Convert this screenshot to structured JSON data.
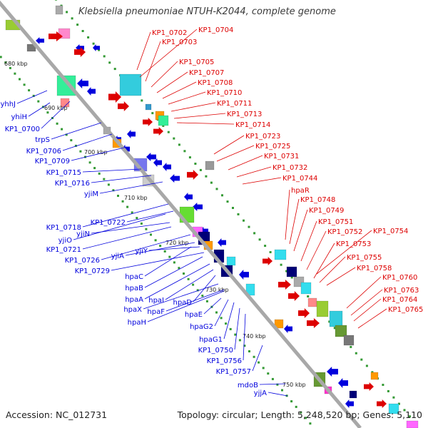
{
  "title": "Klebsiella pneumoniae NTUH-K2044, complete genome",
  "footer": {
    "accession": "Accession: NC_012731",
    "topology": "Topology: circular; Length: 5,248,520 bp; Genes: 5,110"
  },
  "colors": {
    "reverse_strand": "#0000dd",
    "forward_strand": "#dd0000",
    "backbone": "#999999",
    "tick_dots": "#339933"
  },
  "scale_ticks": [
    "680 kbp",
    "690 kbp",
    "700 kbp",
    "710 kbp",
    "720 kbp",
    "730 kbp",
    "740 kbp",
    "750 kbp"
  ],
  "left_labels": [
    "yhhJ",
    "yhiH",
    "KP1_0700",
    "trpS",
    "KP1_0706",
    "KP1_0709",
    "KP1_0715",
    "KP1_0716",
    "yjiM",
    "KP1_0718",
    "yjiO",
    "KP1_0722",
    "yjiN",
    "KP1_0721",
    "KP1_0726",
    "yjiA",
    "yjiY",
    "KP1_0729",
    "hpaC",
    "hpaB",
    "hpaA",
    "hpaI",
    "hpaD",
    "hpaX",
    "hpaF",
    "hpaH",
    "hpaE",
    "hpaG2",
    "hpaG1",
    "KP1_0750",
    "KP1_0756",
    "KP1_0757",
    "mdoB",
    "yjjA"
  ],
  "right_labels": [
    "KP1_0702",
    "KP1_0704",
    "KP1_0703",
    "KP1_0705",
    "KP1_0707",
    "KP1_0708",
    "KP1_0710",
    "KP1_0711",
    "KP1_0713",
    "KP1_0714",
    "KP1_0723",
    "KP1_0725",
    "KP1_0731",
    "KP1_0732",
    "KP1_0744",
    "hpaR",
    "KP1_0748",
    "KP1_0749",
    "KP1_0751",
    "KP1_0752",
    "KP1_0754",
    "KP1_0753",
    "KP1_0755",
    "KP1_0758",
    "KP1_0760",
    "KP1_0763",
    "KP1_0764",
    "KP1_0765"
  ]
}
